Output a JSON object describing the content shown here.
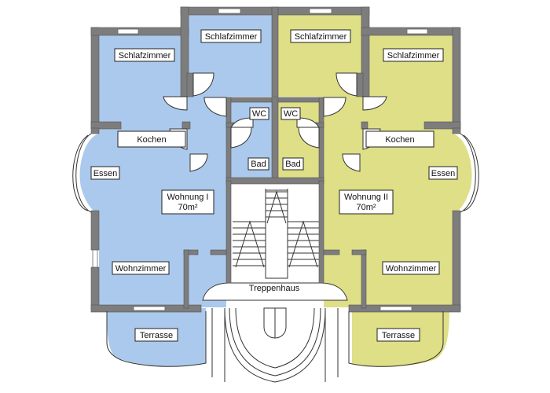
{
  "colors": {
    "apartment_1": "#abc9ec",
    "apartment_2": "#dedf86",
    "wall": "#7d7d7d",
    "background": "#ffffff"
  },
  "apartment_1": {
    "name": "Wohnung I",
    "area": "70m²",
    "rooms": {
      "bedroom_left": "Schlafzimmer",
      "bedroom_right": "Schlafzimmer",
      "wc": "WC",
      "kitchen": "Kochen",
      "dining": "Essen",
      "bath": "Bad",
      "living": "Wohnzimmer",
      "terrace": "Terrasse"
    }
  },
  "apartment_2": {
    "name": "Wohnung II",
    "area": "70m²",
    "rooms": {
      "bedroom_left": "Schlafzimmer",
      "bedroom_right": "Schlafzimmer",
      "wc": "WC",
      "kitchen": "Kochen",
      "dining": "Essen",
      "bath": "Bad",
      "living": "Wohnzimmer",
      "terrace": "Terrasse"
    }
  },
  "staircase": {
    "label": "Treppenhaus"
  }
}
